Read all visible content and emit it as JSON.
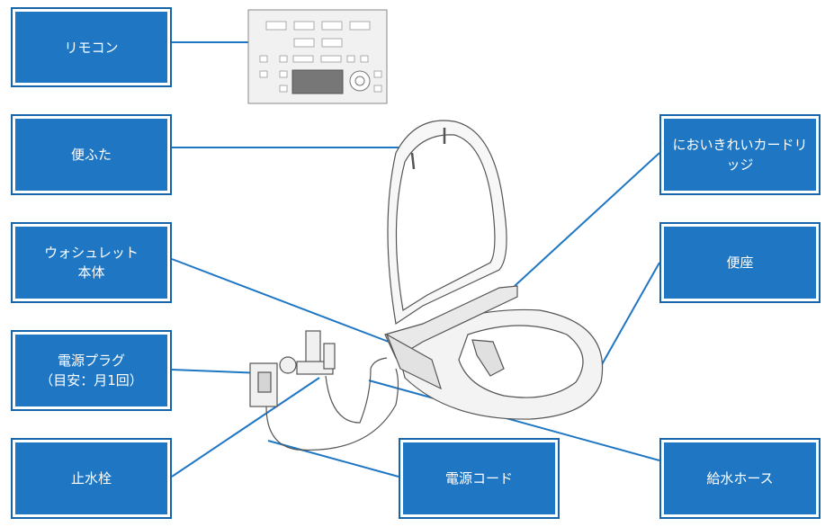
{
  "labels": {
    "remote": "リモコン",
    "lid": "便ふた",
    "washlet_body": "ウォシュレット\n本体",
    "plug": "電源プラグ\n（目安：月1回）",
    "valve": "止水栓",
    "cord": "電源コード",
    "cartridge": "においきれいカードリ\nッジ",
    "seat": "便座",
    "hose": "給水ホース"
  },
  "colors": {
    "label_fill": "#1f77c4",
    "label_text": "#ffffff",
    "leader_line": "#1f77c4",
    "outline": "#555555"
  }
}
